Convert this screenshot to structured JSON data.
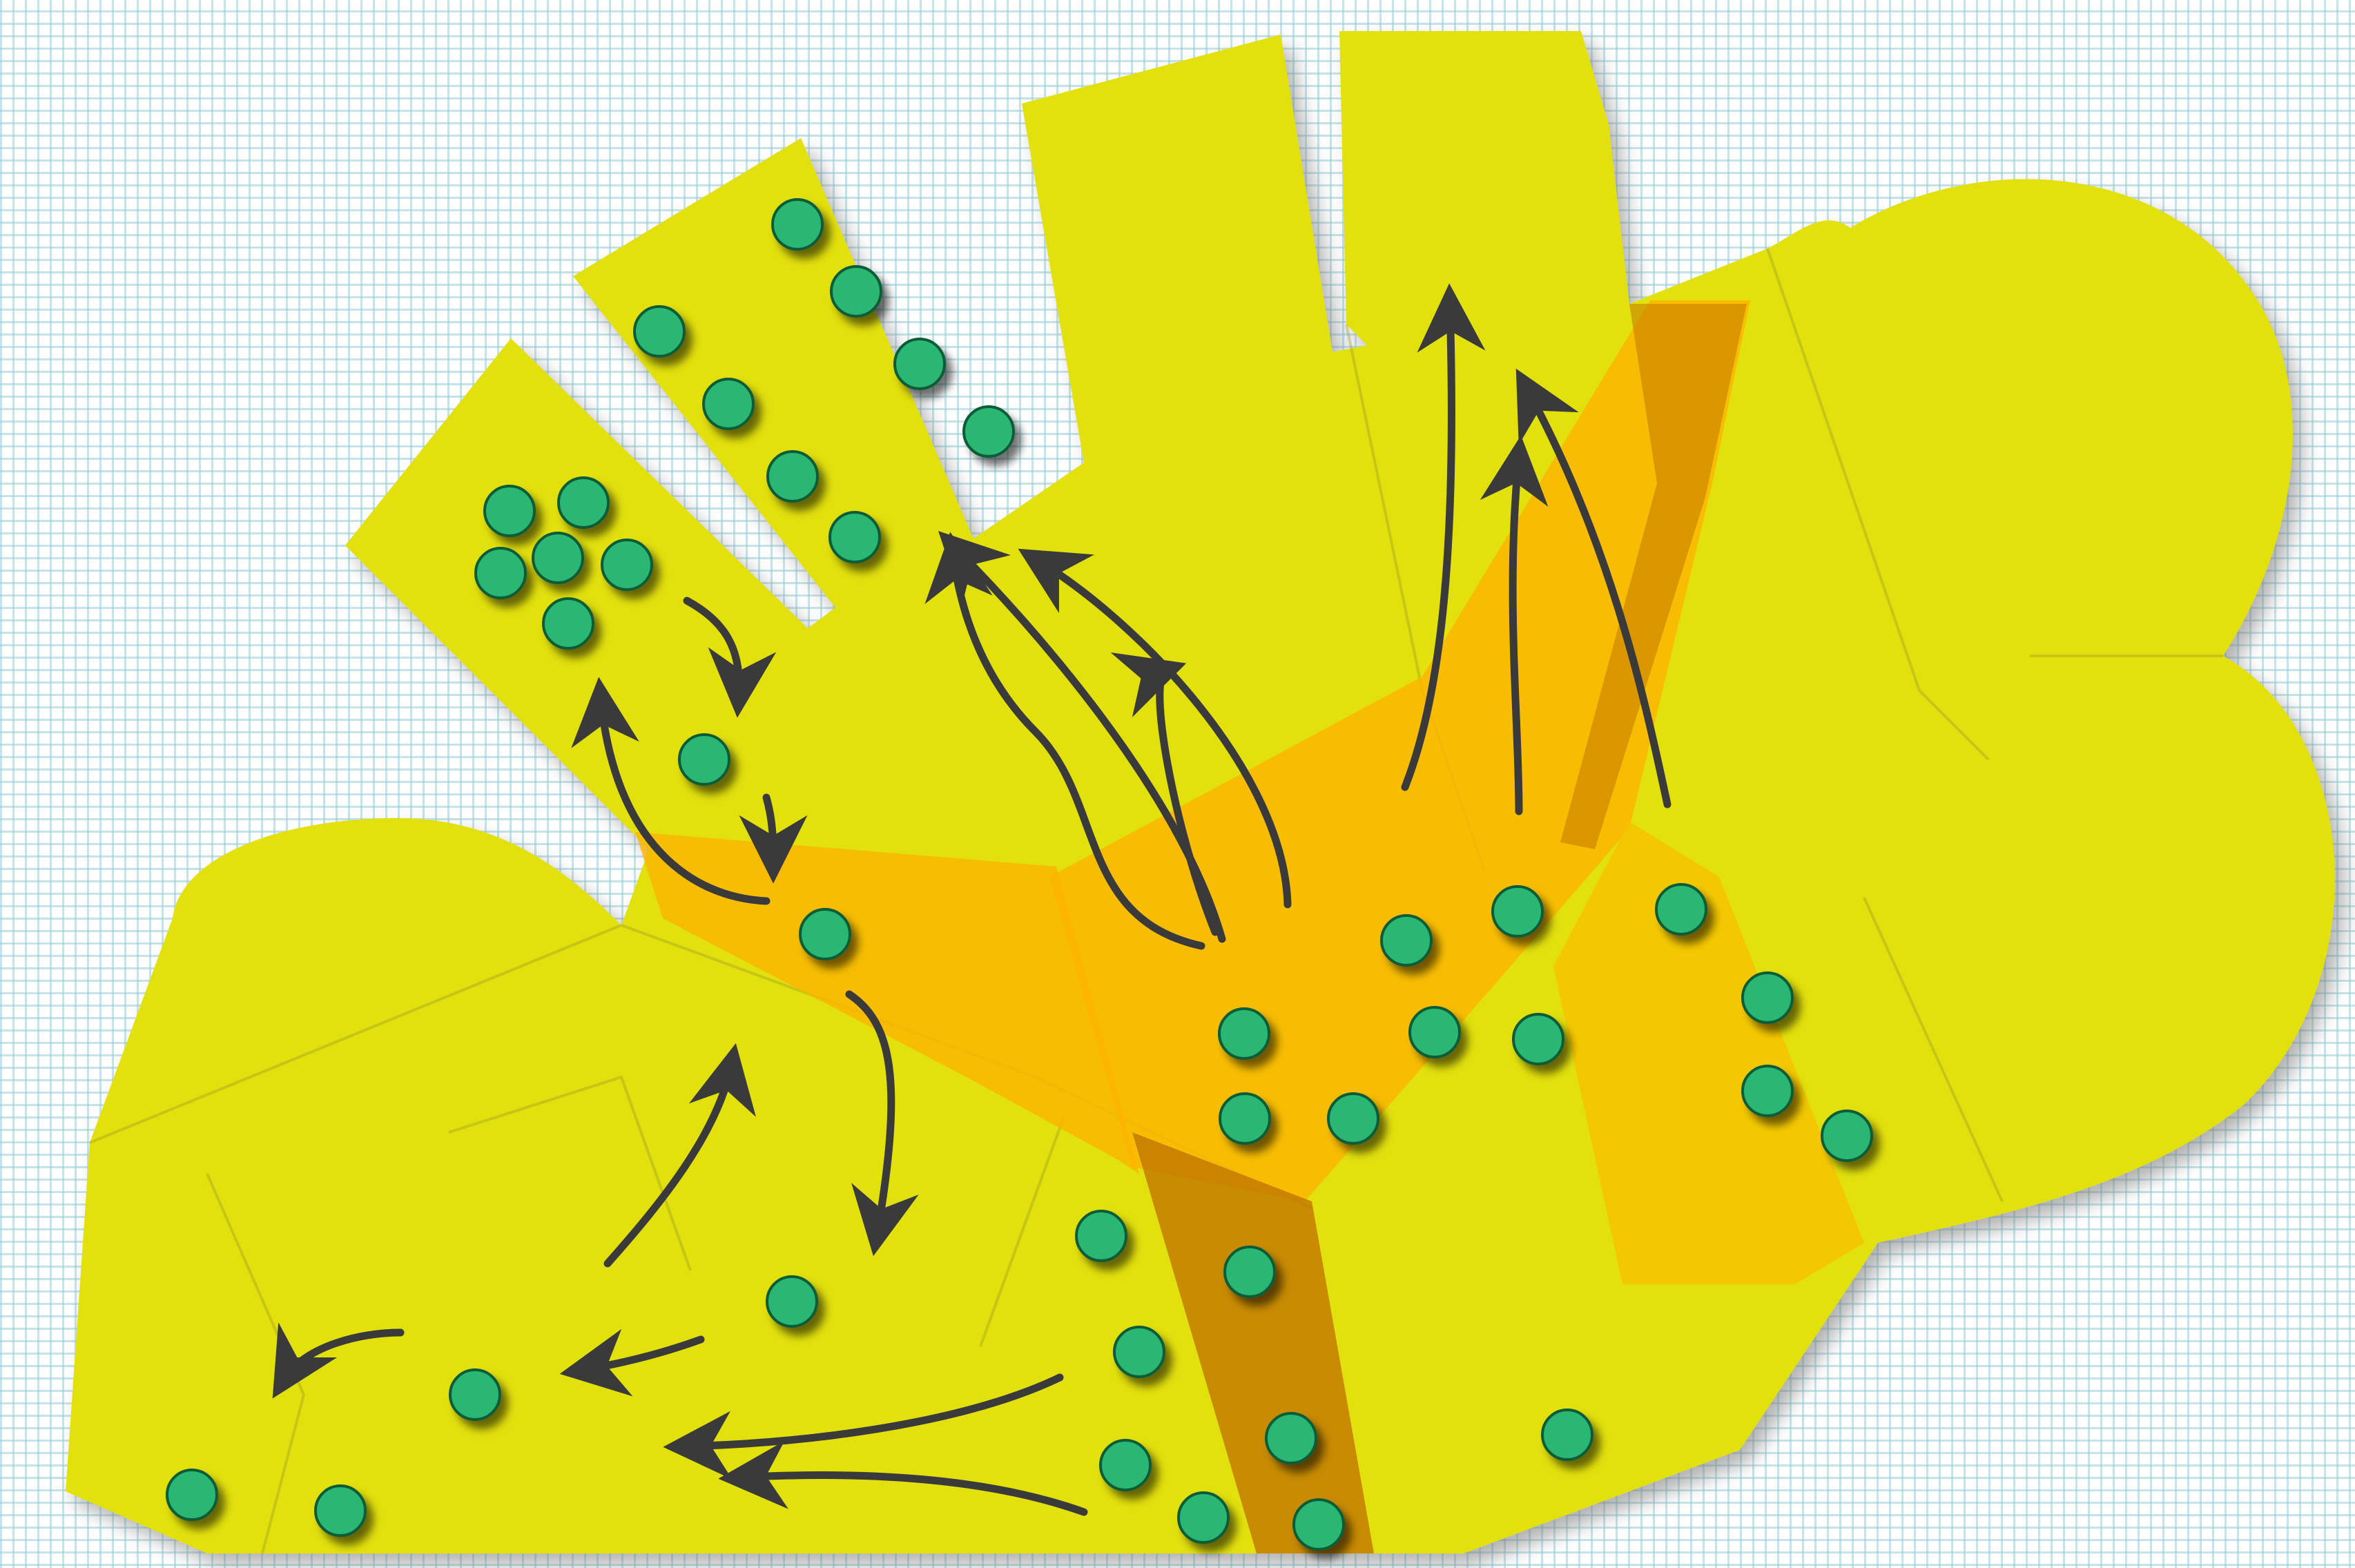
{
  "diagram": {
    "colors": {
      "background": "#ffffff",
      "grid": "#96cdd7",
      "region": "#e2e00c",
      "region_shadow": "#8f8f8f",
      "channel": "#fdb400",
      "channel_dark": "#c07a00",
      "particle": "#2bb673",
      "particle_outline": "#0f5b37",
      "arrow": "#3a3a3a"
    },
    "shapes": [
      "region",
      "channel",
      "particle",
      "arrow"
    ]
  }
}
